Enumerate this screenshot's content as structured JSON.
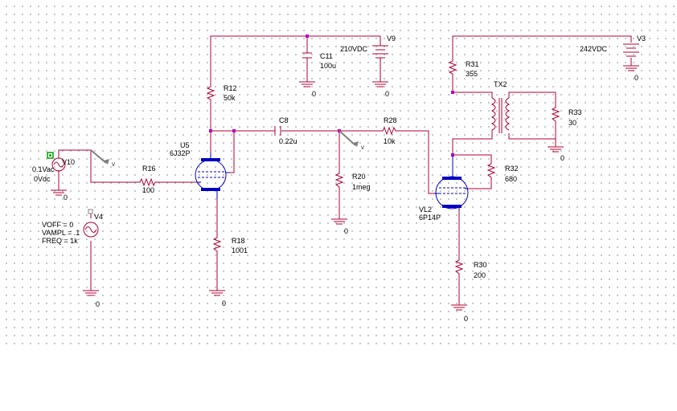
{
  "components": {
    "v10": {
      "name": "V10",
      "ac": "0.1Vac",
      "dc": "0Vdc"
    },
    "v4": {
      "name": "V4",
      "voff": "VOFF = 0",
      "vampl": "VAMPL = .1",
      "freq": "FREQ = 1k"
    },
    "r16": {
      "name": "R16",
      "value": "100"
    },
    "u5": {
      "name": "U5",
      "value": "6J32P"
    },
    "r12": {
      "name": "R12",
      "value": "50k"
    },
    "r18": {
      "name": "R18",
      "value": "1001"
    },
    "c8": {
      "name": "C8",
      "value": "0.22u"
    },
    "c11": {
      "name": "C11",
      "value": "100u"
    },
    "v9": {
      "name": "V9",
      "value": "210VDC"
    },
    "r20": {
      "name": "R20",
      "value": "1meg"
    },
    "r28": {
      "name": "R28",
      "value": "10k"
    },
    "vl2": {
      "name": "VL2",
      "value": "6P14P"
    },
    "r31": {
      "name": "R31",
      "value": "355"
    },
    "tx2": {
      "name": "TX2"
    },
    "r33": {
      "name": "R33",
      "value": "30"
    },
    "r32": {
      "name": "R32",
      "value": "680"
    },
    "r30": {
      "name": "R30",
      "value": "200"
    },
    "v3": {
      "name": "V3",
      "value": "242VDC"
    }
  },
  "ground_label": "0",
  "probe_label": "V"
}
